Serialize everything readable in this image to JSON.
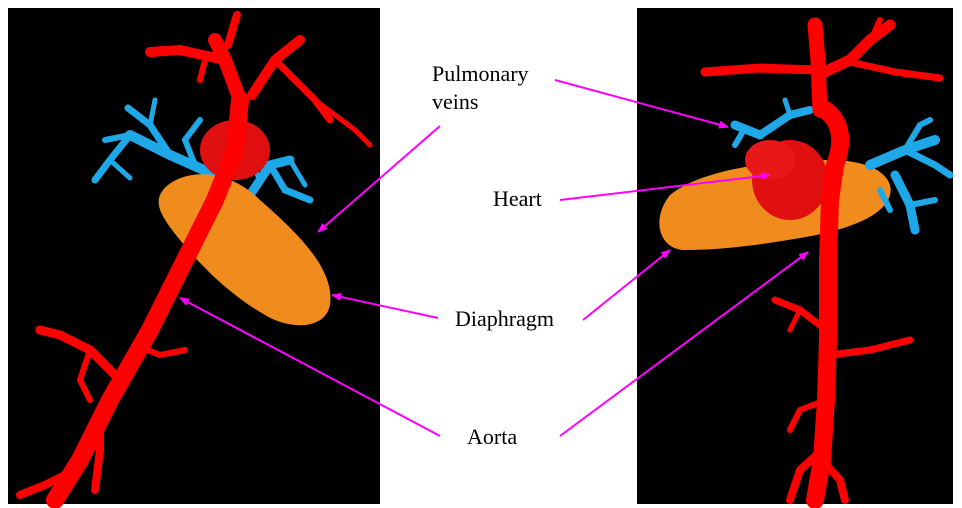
{
  "labels": {
    "pulmonary_veins_line1": "Pulmonary",
    "pulmonary_veins_line2": "veins",
    "heart": "Heart",
    "diaphragm": "Diaphragm",
    "aorta": "Aorta"
  },
  "colors": {
    "panel_background": "#000000",
    "aorta": "#ff0000",
    "pulmonary_veins": "#1ea8e8",
    "diaphragm": "#f08c1e",
    "heart": "#e01010",
    "arrow": "#ff00ff"
  }
}
